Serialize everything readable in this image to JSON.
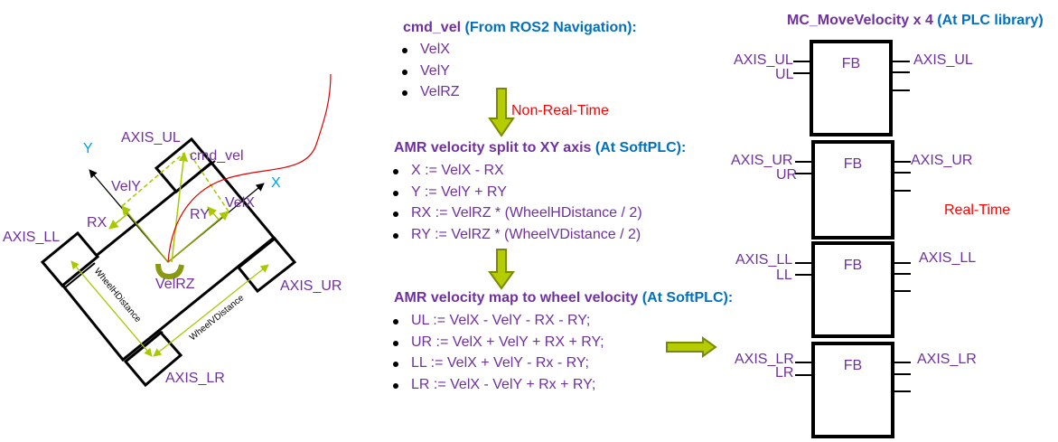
{
  "robot_diagram": {
    "axis_labels": {
      "x": "X",
      "y": "Y"
    },
    "wheel_labels": {
      "ul": "AXIS_UL",
      "ur": "AXIS_UR",
      "ll": "AXIS_LL",
      "lr": "AXIS_LR"
    },
    "vector_labels": {
      "cmd_vel": "cmd_vel",
      "vel_x": "VelX",
      "vel_y": "VelY",
      "vel_rz": "VelRZ",
      "rx": "RX",
      "ry": "RY"
    },
    "dimension_labels": {
      "h": "WheelHDistance",
      "v": "WheelVDistance"
    },
    "colors": {
      "vector": "#a8c800",
      "path": "#e00000",
      "body": "#000000",
      "label": "#7030a0",
      "axis": "#00a0e0",
      "rotation": "#8a9a10"
    }
  },
  "section1": {
    "title": "cmd_vel",
    "source": "(From ROS2 Navigation):",
    "items": [
      "VelX",
      "VelY",
      "VelRZ"
    ]
  },
  "arrow1_label": "Non-Real-Time",
  "section2": {
    "title": "AMR velocity split to XY axis",
    "source": "(At SoftPLC):",
    "items": [
      "X := VelX - RX",
      "Y := VelY + RY",
      "RX := VelRZ * (WheelHDistance / 2)",
      "RY := VelRZ * (WheelVDistance / 2)"
    ]
  },
  "section3": {
    "title": "AMR velocity map to wheel velocity",
    "source": "(At SoftPLC):",
    "items": [
      "UL := VelX - VelY - RX - RY;",
      "UR := VelX + VelY + RX + RY;",
      "LL := VelX + VelY - Rx - RY;",
      "LR := VelX - VelY + Rx + RY;"
    ]
  },
  "plc": {
    "title": "MC_MoveVelocity x 4",
    "source": "(At PLC library)",
    "realtime_label": "Real-Time",
    "blocks": [
      {
        "label": "FB",
        "in_axis": "AXIS_UL",
        "in_vel": "UL",
        "out_axis": "AXIS_UL"
      },
      {
        "label": "FB",
        "in_axis": "AXIS_UR",
        "in_vel": "UR",
        "out_axis": "AXIS_UR"
      },
      {
        "label": "FB",
        "in_axis": "AXIS_LL",
        "in_vel": "LL",
        "out_axis": "AXIS_LL"
      },
      {
        "label": "FB",
        "in_axis": "AXIS_LR",
        "in_vel": "LR",
        "out_axis": "AXIS_LR"
      }
    ]
  },
  "colors": {
    "purple": "#7030a0",
    "blue": "#0070c0",
    "red": "#ff0000",
    "arrow_fill": "#b5cc00",
    "arrow_stroke": "#7a8a00"
  }
}
